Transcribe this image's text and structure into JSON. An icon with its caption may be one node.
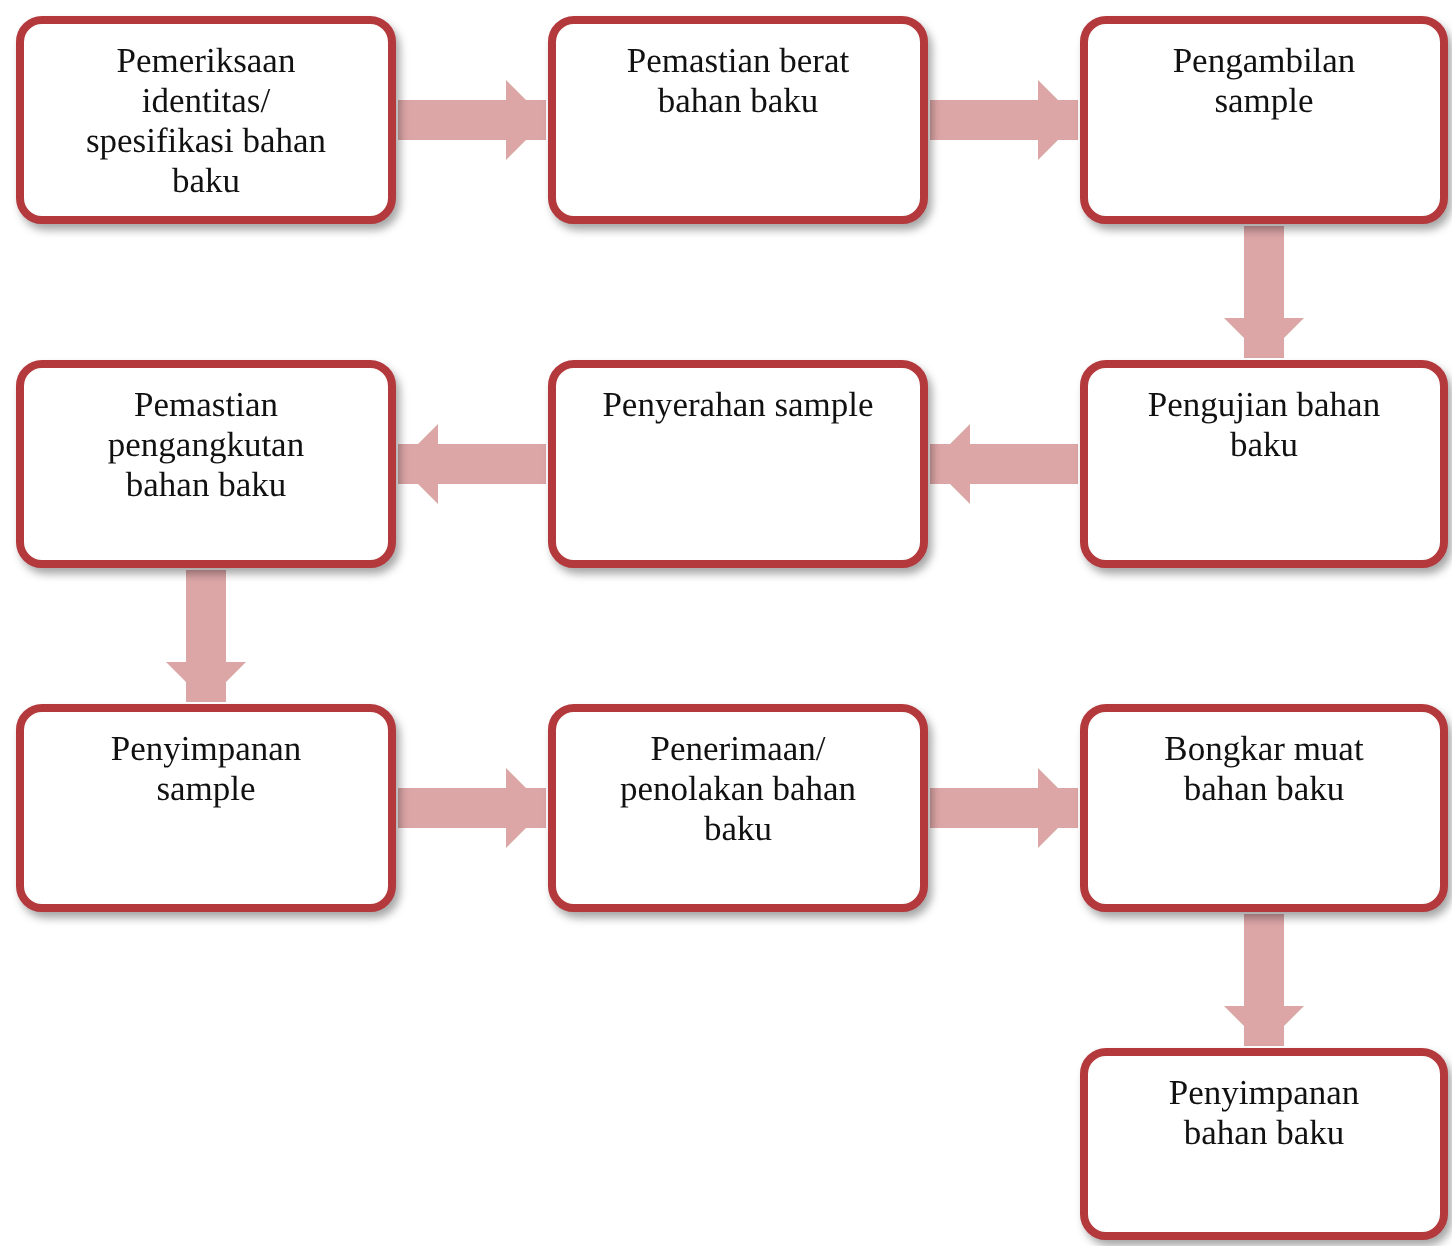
{
  "diagram": {
    "nodes": [
      {
        "text": [
          "Pemeriksaan identitas/ spesifikasi bahan baku"
        ]
      },
      {
        "text": [
          "Pemastian berat bahan baku"
        ]
      },
      {
        "text": [
          "Pengambilan sample"
        ]
      },
      {
        "text": [
          "Pengujian bahan baku"
        ]
      },
      {
        "text": [
          "Penyerahan sample"
        ]
      },
      {
        "text": [
          "Pemastian pengangkutan bahan baku"
        ]
      },
      {
        "text": [
          "Penyimpanan sample"
        ]
      },
      {
        "text": [
          "Penerimaan/ penolakan bahan baku"
        ]
      },
      {
        "text": [
          "Bongkar muat bahan baku"
        ]
      },
      {
        "text": [
          "Penyimpanan bahan baku"
        ]
      }
    ],
    "edges": [
      {
        "from": 0,
        "to": 1,
        "arrow": "to"
      },
      {
        "from": 1,
        "to": 2,
        "arrow": "to"
      },
      {
        "from": 2,
        "to": 3,
        "arrow": "to"
      },
      {
        "from": 3,
        "to": 4,
        "arrow": "to"
      },
      {
        "from": 4,
        "to": 5,
        "arrow": "to"
      },
      {
        "from": 5,
        "to": 6,
        "arrow": "to"
      },
      {
        "from": 6,
        "to": 7,
        "arrow": "to"
      },
      {
        "from": 7,
        "to": 8,
        "arrow": "to"
      },
      {
        "from": 8,
        "to": 9,
        "arrow": "to"
      }
    ]
  }
}
